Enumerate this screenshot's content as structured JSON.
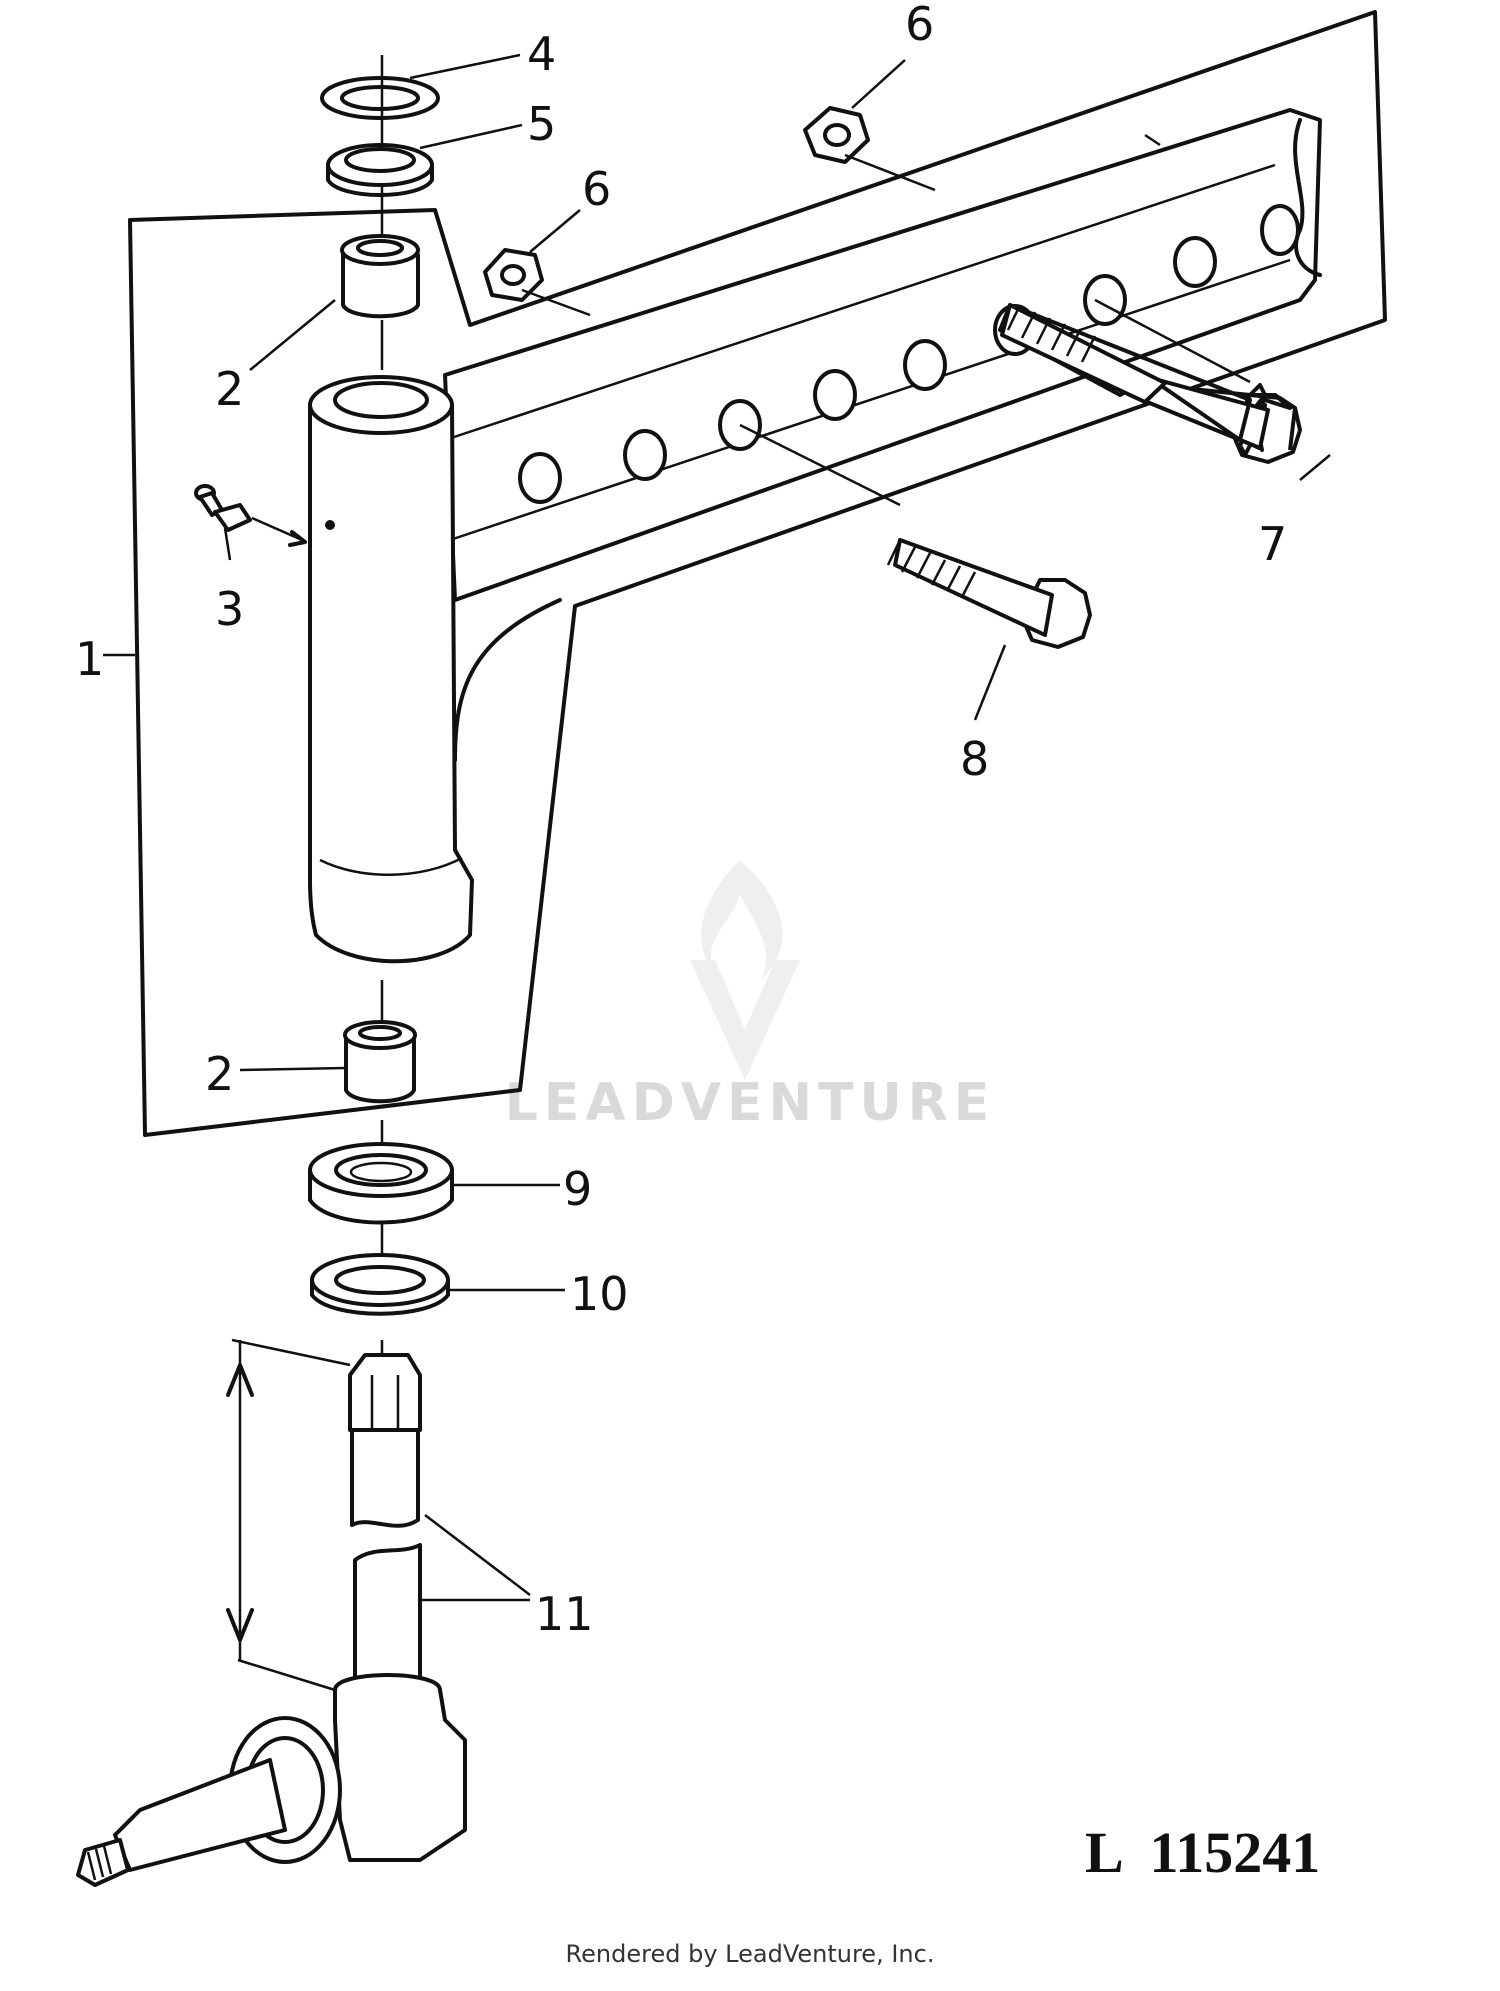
{
  "callouts": {
    "c1": "1",
    "c2a": "2",
    "c2b": "2",
    "c3": "3",
    "c4": "4",
    "c5": "5",
    "c6a": "6",
    "c6b": "6",
    "c7": "7",
    "c8": "8",
    "c9": "9",
    "c10": "10",
    "c11": "11"
  },
  "figure_number": "L  115241",
  "watermark": "LEADVENTURE",
  "footer": "Rendered by LeadVenture, Inc."
}
